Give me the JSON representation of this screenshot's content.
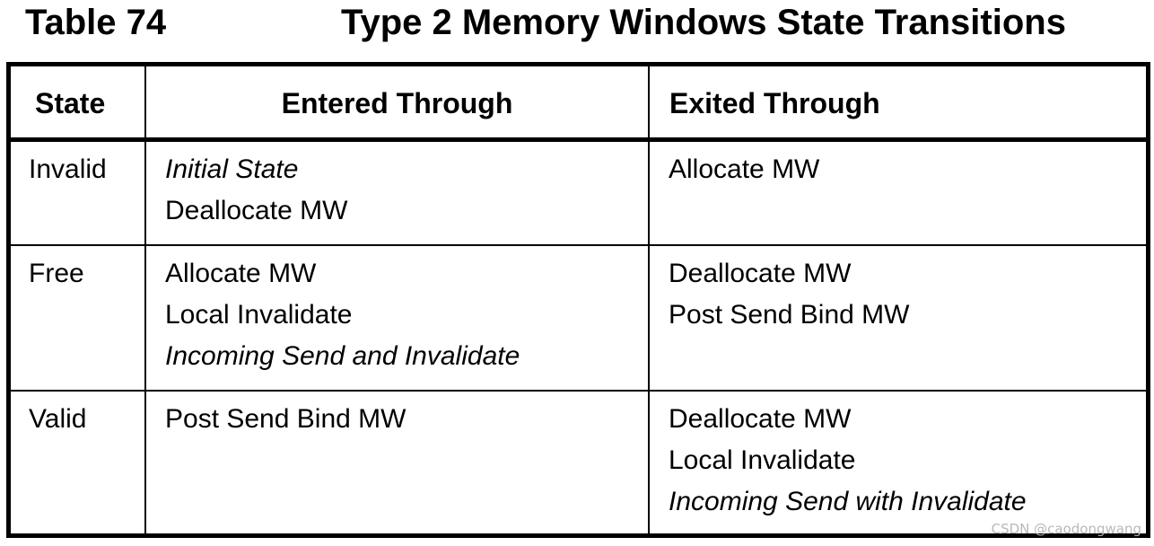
{
  "caption": {
    "number": "Table 74",
    "title": "Type 2 Memory Windows State Transitions"
  },
  "table": {
    "headers": {
      "state": "State",
      "entered": "Entered Through",
      "exited": "Exited Through"
    },
    "rows": [
      {
        "state": "Invalid",
        "entered": [
          {
            "text": "Initial State",
            "italic": true
          },
          {
            "text": "Deallocate MW",
            "italic": false
          }
        ],
        "exited": [
          {
            "text": "Allocate MW",
            "italic": false
          }
        ]
      },
      {
        "state": "Free",
        "entered": [
          {
            "text": "Allocate MW",
            "italic": false
          },
          {
            "text": "Local Invalidate",
            "italic": false
          },
          {
            "text": "Incoming Send and Invalidate",
            "italic": true
          }
        ],
        "exited": [
          {
            "text": "Deallocate MW",
            "italic": false
          },
          {
            "text": "Post Send Bind MW",
            "italic": false
          }
        ]
      },
      {
        "state": "Valid",
        "entered": [
          {
            "text": "Post Send Bind MW",
            "italic": false
          }
        ],
        "exited": [
          {
            "text": "Deallocate MW",
            "italic": false
          },
          {
            "text": "Local Invalidate",
            "italic": false
          },
          {
            "text": "Incoming Send with Invalidate",
            "italic": true
          }
        ]
      }
    ]
  },
  "watermark": "CSDN @caodongwang"
}
